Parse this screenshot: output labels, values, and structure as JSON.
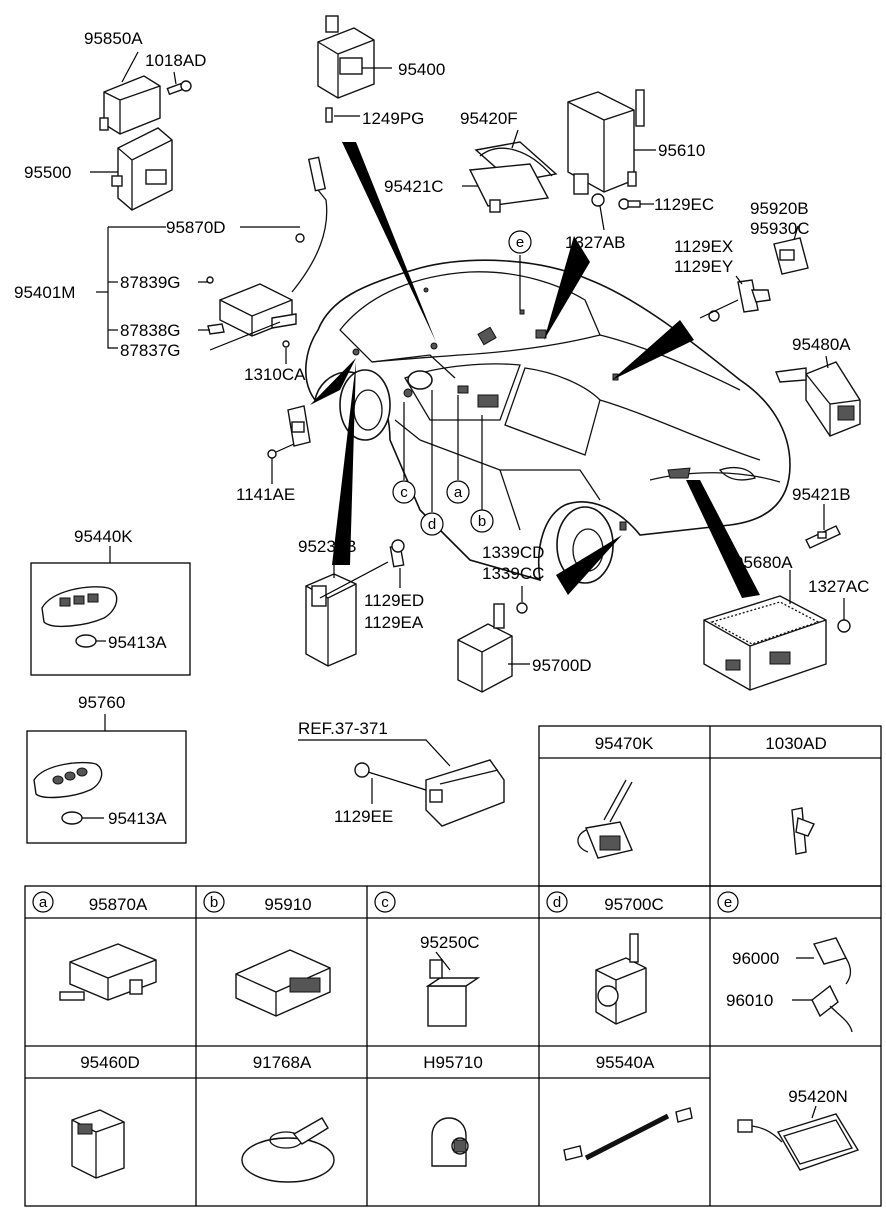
{
  "parts": {
    "p95850A": "95850A",
    "p1018AD": "1018AD",
    "p95500": "95500",
    "p95400": "95400",
    "p1249PG": "1249PG",
    "p95420F": "95420F",
    "p95421C": "95421C",
    "p95610": "95610",
    "p1129EC": "1129EC",
    "p1327AB": "1327AB",
    "p95920B": "95920B",
    "p95930C": "95930C",
    "p95870D": "95870D",
    "p95401M": "95401M",
    "p87839G": "87839G",
    "p87838G": "87838G",
    "p87837G": "87837G",
    "p1310CA": "1310CA",
    "p1129EX": "1129EX",
    "p1129EY": "1129EY",
    "p95480A": "95480A",
    "p1141AE": "1141AE",
    "p95421B": "95421B",
    "p95440K": "95440K",
    "p95413A_1": "95413A",
    "p95230B": "95230B",
    "p1129ED": "1129ED",
    "p1129EA": "1129EA",
    "p1339CD": "1339CD",
    "p1339CC": "1339CC",
    "p95700D": "95700D",
    "p95680A": "95680A",
    "p1327AC": "1327AC",
    "p95760": "95760",
    "p95413A_2": "95413A",
    "pREF": "REF.37-371",
    "p1129EE": "1129EE"
  },
  "callouts": {
    "a": "a",
    "b": "b",
    "c": "c",
    "d": "d",
    "e": "e"
  },
  "table": {
    "top": {
      "c1": "95470K",
      "c2": "1030AD"
    },
    "row1": [
      {
        "tag": "a",
        "label": "95870A"
      },
      {
        "tag": "b",
        "label": "95910"
      },
      {
        "tag": "c",
        "label": ""
      },
      {
        "tag": "d",
        "label": "95700C"
      },
      {
        "tag": "e",
        "label": ""
      }
    ],
    "row1_inner": {
      "c_part": "95250C",
      "e_part1": "96000",
      "e_part2": "96010"
    },
    "row2": [
      {
        "label": "95460D"
      },
      {
        "label": "91768A"
      },
      {
        "label": "H95710"
      },
      {
        "label": "95540A"
      },
      {
        "label": "95420N"
      }
    ]
  }
}
